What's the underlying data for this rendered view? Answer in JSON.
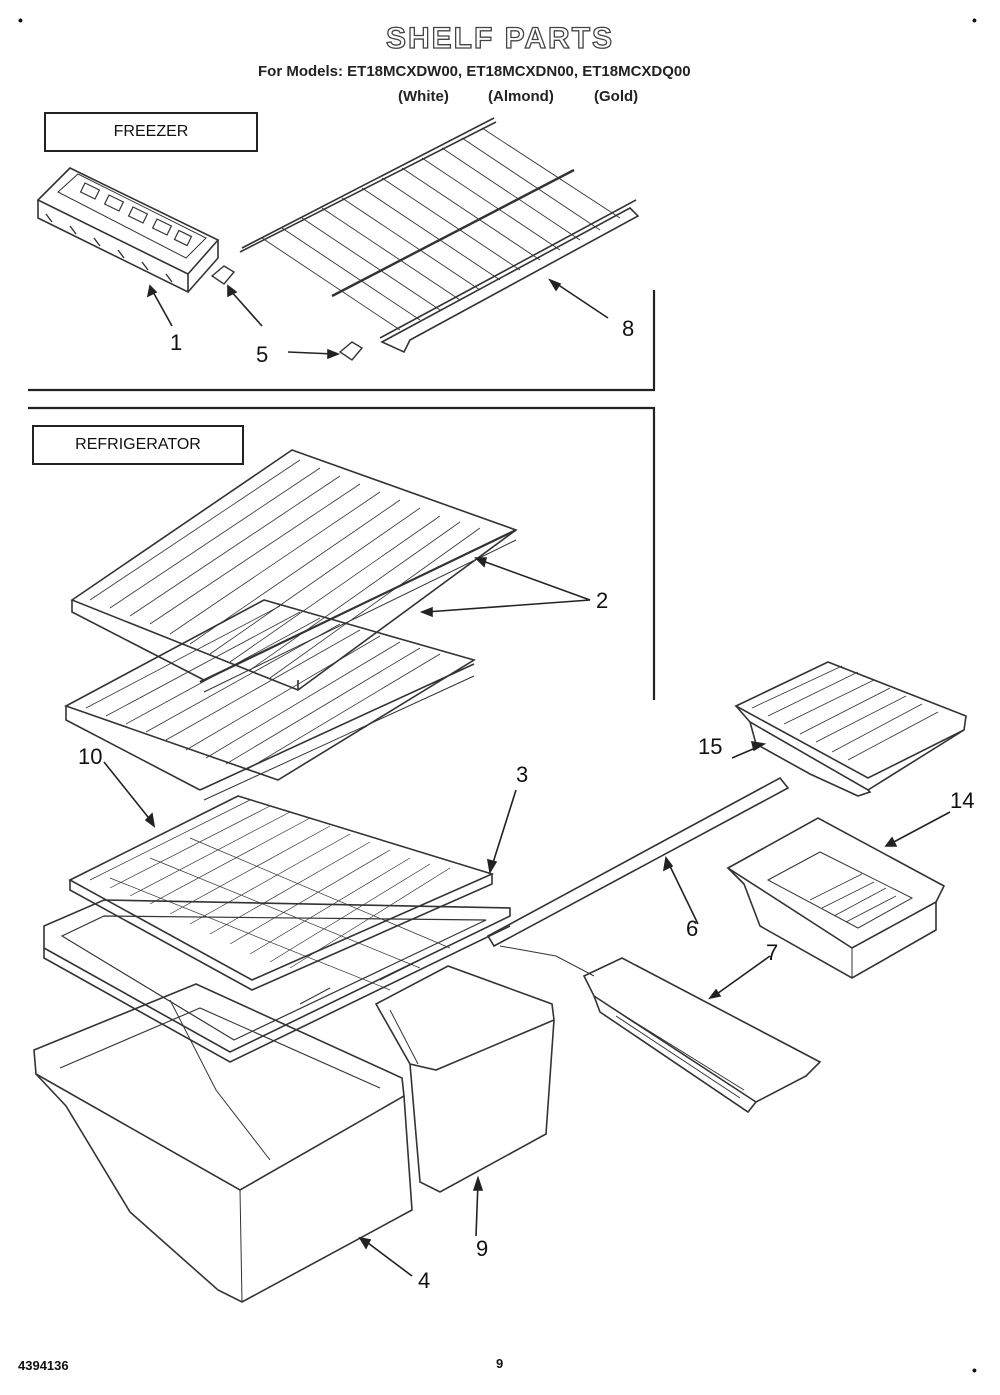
{
  "header": {
    "title": "SHELF PARTS",
    "models": "For Models: ET18MCXDW00, ET18MCXDN00, ET18MCXDQ00",
    "variant_1": "(White)",
    "variant_2": "(Almond)",
    "variant_3": "(Gold)"
  },
  "sections": {
    "freezer": "FREEZER",
    "refrigerator": "REFRIGERATOR"
  },
  "callouts": {
    "c1": "1",
    "c2": "2",
    "c3": "3",
    "c4": "4",
    "c5": "5",
    "c6": "6",
    "c7": "7",
    "c8": "8",
    "c9": "9",
    "c10": "10",
    "c14": "14",
    "c15": "15"
  },
  "footer": {
    "doc_number": "4394136",
    "page_number": "9"
  }
}
